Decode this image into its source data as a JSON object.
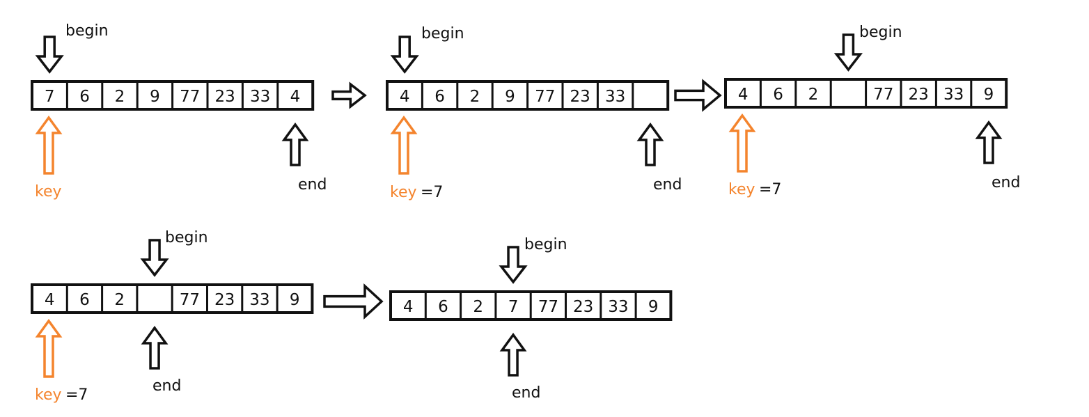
{
  "colors": {
    "stroke": "#111111",
    "key": "#f4842d",
    "background": "#ffffff"
  },
  "labels": {
    "begin": "begin",
    "end": "end",
    "key": "key",
    "key_value": "=7"
  },
  "steps": [
    {
      "id": "step-1",
      "cells": [
        "7",
        "6",
        "2",
        "9",
        "77",
        "23",
        "33",
        "4"
      ],
      "begin": 0,
      "end": 7,
      "key_value_shown": false
    },
    {
      "id": "step-2",
      "cells": [
        "4",
        "6",
        "2",
        "9",
        "77",
        "23",
        "33",
        ""
      ],
      "begin": 0,
      "end": 7,
      "key_value_shown": true
    },
    {
      "id": "step-3",
      "cells": [
        "4",
        "6",
        "2",
        "",
        "77",
        "23",
        "33",
        "9"
      ],
      "begin": 3,
      "end": 7,
      "key_value_shown": true
    },
    {
      "id": "step-4",
      "cells": [
        "4",
        "6",
        "2",
        "",
        "77",
        "23",
        "33",
        "9"
      ],
      "begin": 3,
      "end": 3,
      "key_value_shown": true
    },
    {
      "id": "step-5",
      "cells": [
        "4",
        "6",
        "2",
        "7",
        "77",
        "23",
        "33",
        "9"
      ],
      "begin": 3,
      "end": 3,
      "key_value_shown": false,
      "no_key": true
    }
  ]
}
